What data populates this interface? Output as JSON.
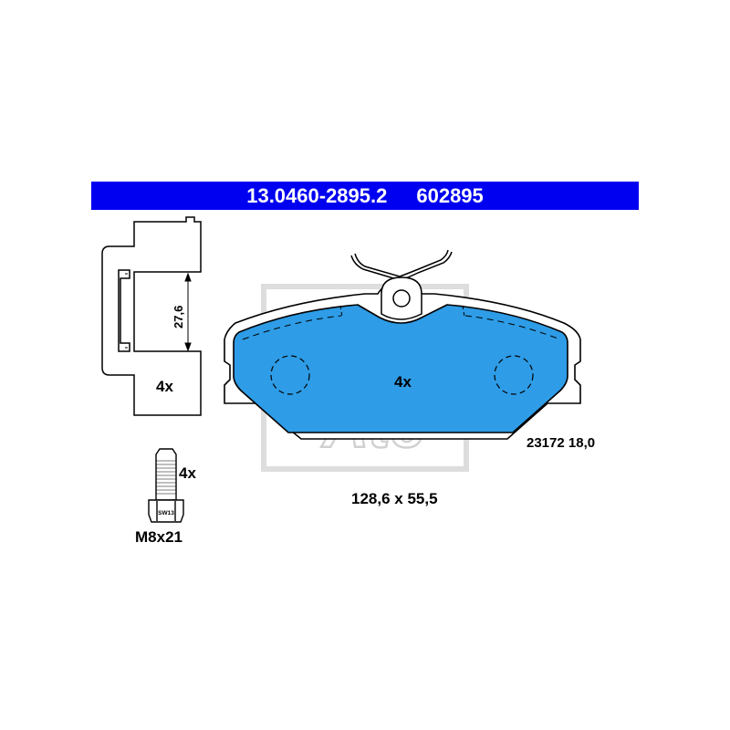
{
  "header": {
    "part_number": "13.0460-2895.2",
    "article_number": "602895",
    "background_color": "#0000f0"
  },
  "pad": {
    "quantity": "4x",
    "code": "23172 18,0",
    "dimensions": "128,6 x 55,5",
    "lining_color": "#2e9ce6"
  },
  "clip": {
    "quantity": "4x",
    "dimension": "27,6"
  },
  "bolt": {
    "quantity": "4x",
    "size": "M8x21",
    "wrench": "SW13"
  },
  "watermark": {
    "brand": "Ate"
  }
}
